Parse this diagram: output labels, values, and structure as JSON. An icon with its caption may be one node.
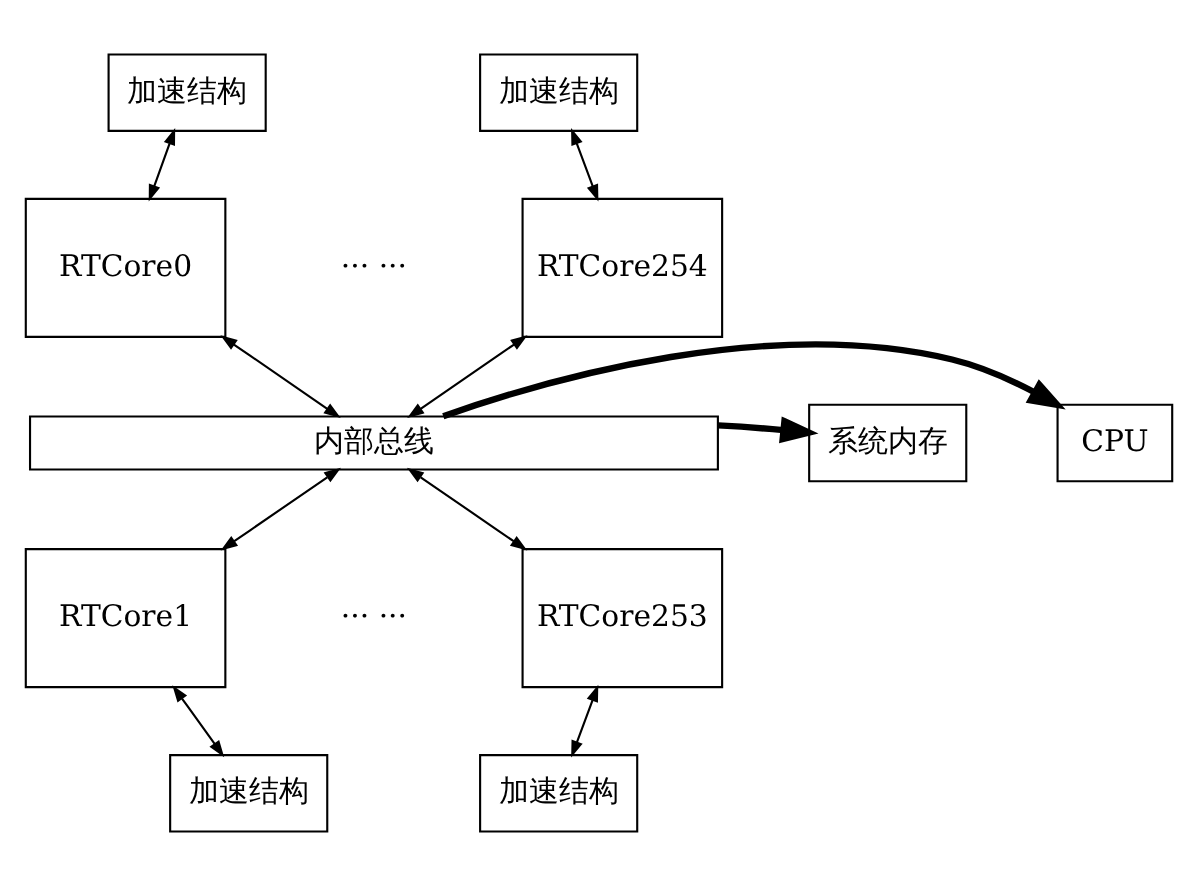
{
  "diagram": {
    "nodes": [
      {
        "text": [
          "加速结构"
        ]
      },
      {
        "text": [
          "加速结构"
        ]
      },
      {
        "text": [
          "RTCore0"
        ]
      },
      {
        "text": [
          "RTCore254"
        ]
      },
      {
        "text": [
          "CPU"
        ]
      },
      {
        "text": [
          "内部总线"
        ]
      },
      {
        "text": [
          "系统内存"
        ]
      },
      {
        "text": [
          "RTCore1"
        ]
      },
      {
        "text": [
          "RTCore253"
        ]
      },
      {
        "text": [
          "加速结构"
        ]
      },
      {
        "text": [
          "加速结构"
        ]
      }
    ],
    "edges": [
      {
        "from": 0,
        "to": 2,
        "arrow": "both"
      },
      {
        "from": 1,
        "to": 3,
        "arrow": "both"
      },
      {
        "from": 2,
        "to": 5,
        "arrow": "both"
      },
      {
        "from": 3,
        "to": 5,
        "arrow": "both"
      },
      {
        "from": 5,
        "to": 4,
        "arrow": "to",
        "style": "thick"
      },
      {
        "from": 5,
        "to": 6,
        "arrow": "to",
        "style": "thick"
      },
      {
        "from": 5,
        "to": 7,
        "arrow": "both"
      },
      {
        "from": 5,
        "to": 8,
        "arrow": "both"
      },
      {
        "from": 7,
        "to": 9,
        "arrow": "both"
      },
      {
        "from": 8,
        "to": 10,
        "arrow": "both"
      }
    ],
    "labels": [
      "··· ···",
      "··· ···"
    ]
  }
}
